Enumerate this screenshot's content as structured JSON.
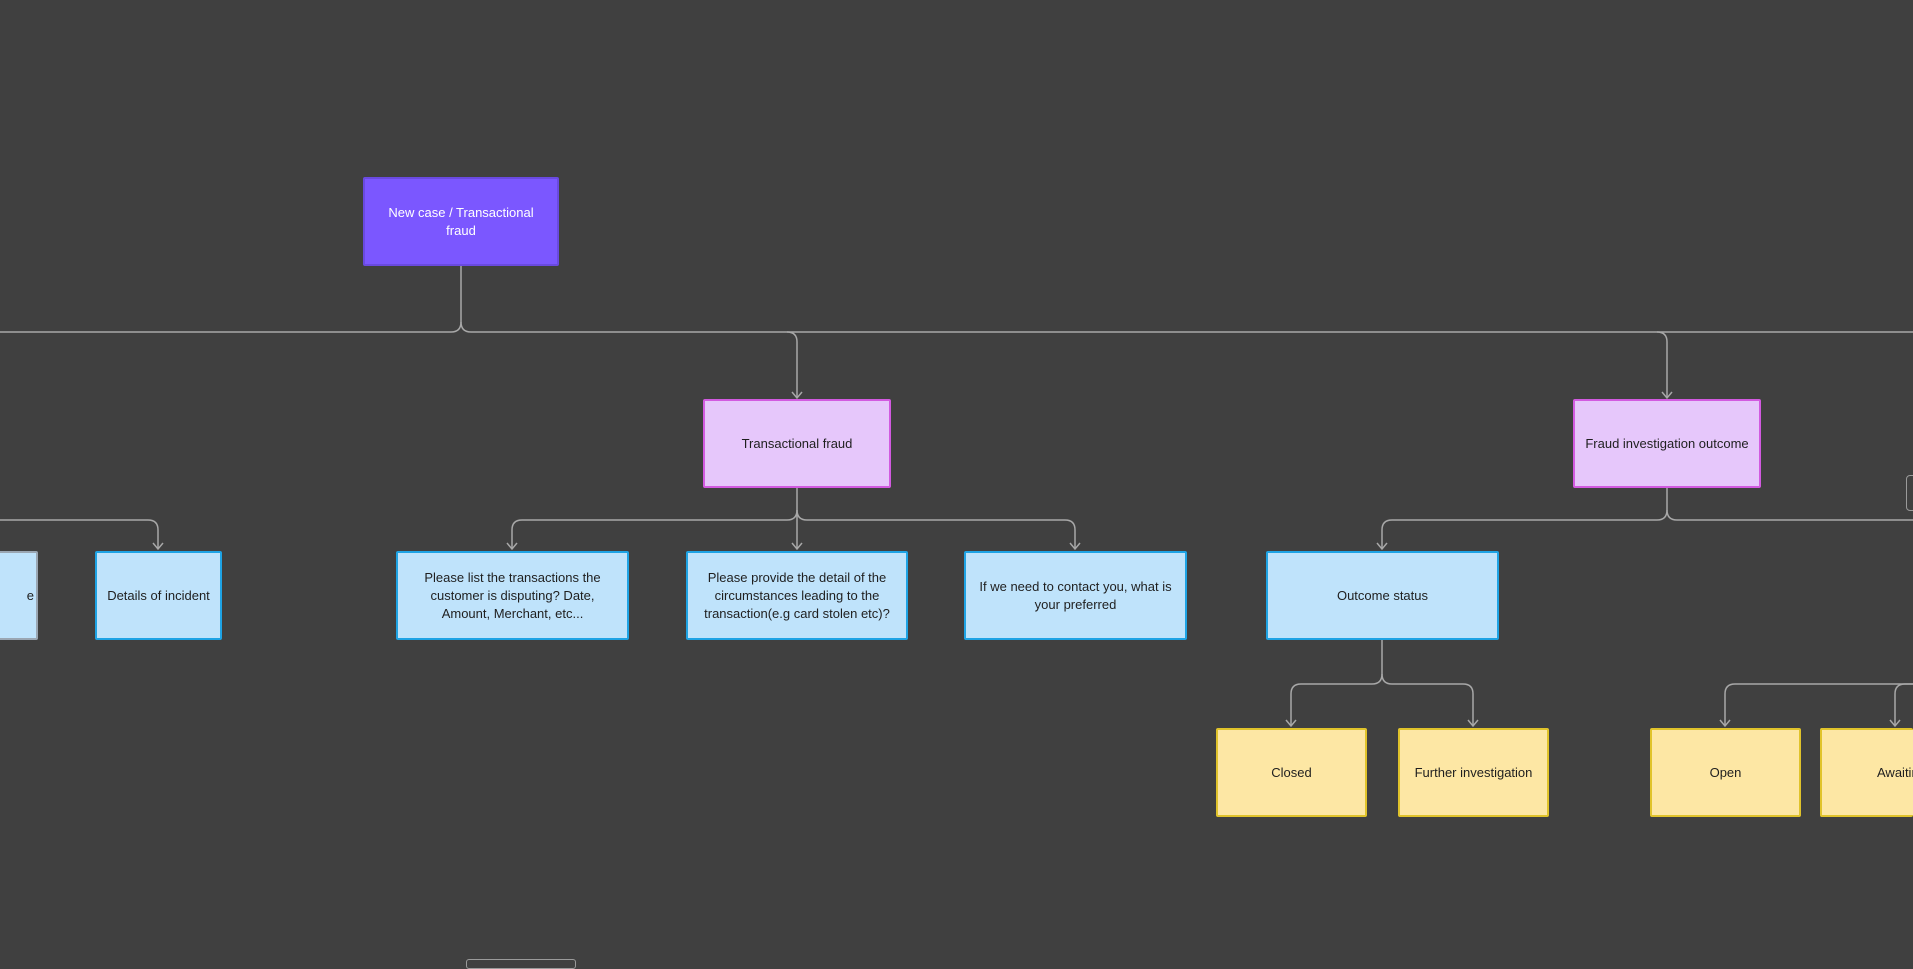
{
  "diagram": {
    "root": {
      "label": "New case / Transactional fraud"
    },
    "categories": [
      {
        "id": "transactional-fraud",
        "label": "Transactional fraud"
      },
      {
        "id": "fraud-investigation-outcome",
        "label": "Fraud investigation outcome"
      }
    ],
    "questions": [
      {
        "id": "partial-left",
        "label": "e"
      },
      {
        "id": "details-of-incident",
        "label": "Details of incident"
      },
      {
        "id": "list-transactions",
        "label": "Please list the transactions the customer is disputing? Date, Amount, Merchant, etc..."
      },
      {
        "id": "circumstances",
        "label": "Please provide the detail of the circumstances leading to the transaction(e.g card stolen etc)?"
      },
      {
        "id": "contact-preference",
        "label": "If we need to contact you, what is your preferred"
      },
      {
        "id": "outcome-status",
        "label": "Outcome status"
      }
    ],
    "statuses": [
      {
        "id": "closed",
        "label": "Closed"
      },
      {
        "id": "further-investigation",
        "label": "Further investigation"
      },
      {
        "id": "open",
        "label": "Open"
      },
      {
        "id": "awaiting",
        "label": "Awaiting re"
      }
    ]
  },
  "colors": {
    "background": "#404040",
    "connector": "#a8a8a8",
    "root_fill": "#7b57ff",
    "category_fill": "#e6c7fb",
    "category_border": "#d25ae0",
    "question_fill": "#bfe3fb",
    "question_border": "#1ea3e4",
    "status_fill": "#fde7a4",
    "status_border": "#e0c32b"
  }
}
